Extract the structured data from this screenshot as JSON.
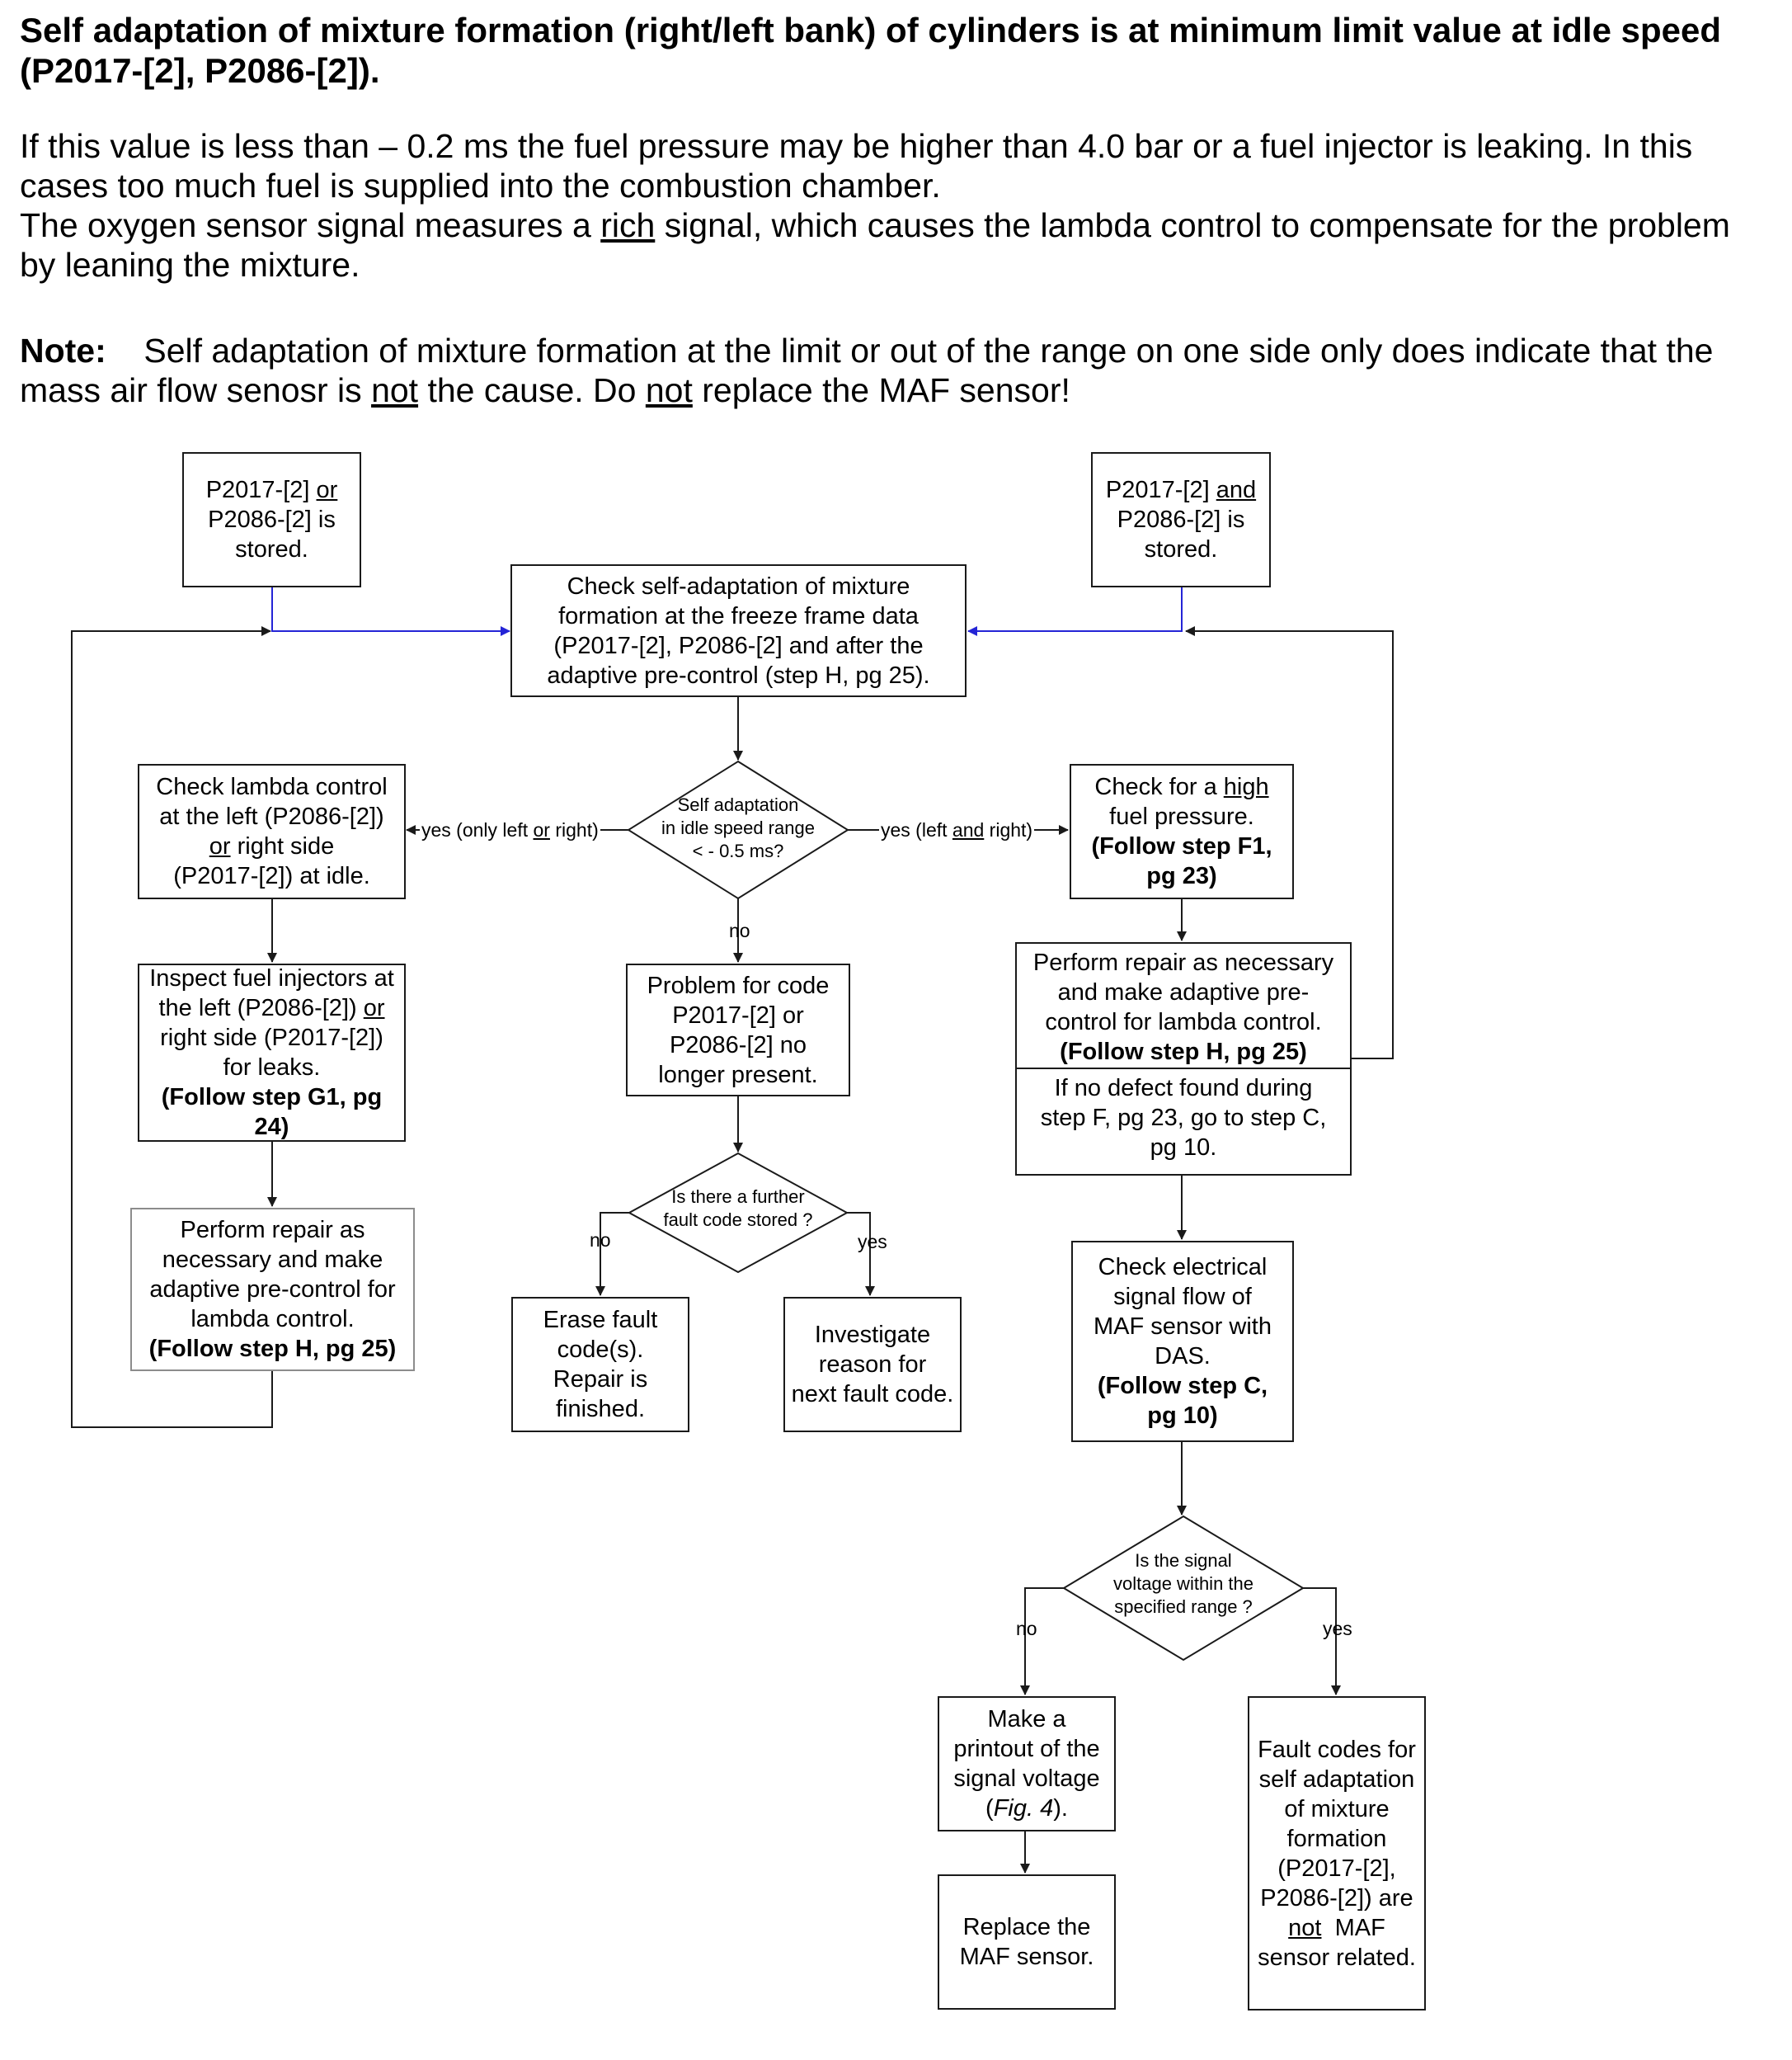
{
  "header": {
    "title": "Self adaptation of mixture formation (right/left bank) of cylinders is at minimum limit value at idle speed (P2017-[2], P2086-[2]).",
    "p1_line1": "If this value is less than – 0.2 ms the fuel pressure may be higher than 4.0 bar or a fuel injector is leaking. In this",
    "p1_line2": "cases too much fuel is supplied into the combustion chamber.",
    "p2_line1_a": "The oxygen sensor signal measures a ",
    "p2_line1_u": "rich",
    "p2_line1_b": " signal, which causes the lambda control to compensate for the problem",
    "p2_line2": "by leaning the mixture.",
    "note_label": "Note:",
    "note_line1": "Self adaptation of mixture formation at the limit or out of the range on one side only does indicate that the",
    "note_line2_a": "mass air flow senosr is ",
    "note_line2_u1": "not",
    "note_line2_b": " the cause. Do ",
    "note_line2_u2": "not",
    "note_line2_c": " replace the  MAF sensor!"
  },
  "flowchart": {
    "start_or": {
      "l1a": "P2017-[2] ",
      "l1u": "or",
      "l2": "P2086-[2] is",
      "l3": "stored."
    },
    "start_and": {
      "l1a": "P2017-[2] ",
      "l1u": "and",
      "l2": "P2086-[2] is",
      "l3": "stored."
    },
    "check_self_adaptation": {
      "l1": "Check self-adaptation of mixture",
      "l2": "formation at the freeze frame data",
      "l3": "(P2017-[2], P2086-[2] and after the",
      "l4": "adaptive pre-control (step H, pg 25)."
    },
    "decision_idle": {
      "l1": "Self adaptation",
      "l2": "in idle speed range",
      "l3": "< - 0.5 ms?"
    },
    "check_lambda": {
      "l1": "Check lambda control",
      "l2": "at the left (P2086-[2])",
      "l3u": "or",
      "l3b": " right side",
      "l4": "(P2017-[2]) at idle."
    },
    "check_high_pressure": {
      "l1a": "Check for a ",
      "l1u": "high",
      "l2": "fuel pressure.",
      "l3": "(Follow step F1,",
      "l4": "pg 23)"
    },
    "inspect_injectors": {
      "l1": "Inspect fuel injectors at",
      "l2a": "the left (P2086-[2]) ",
      "l2u": "or",
      "l3": "right side (P2017-[2])",
      "l4": "for leaks.",
      "l5": "(Follow step G1, pg",
      "l6": "24)"
    },
    "problem_gone": {
      "l1": "Problem for code",
      "l2": "P2017-[2] or",
      "l3": "P2086-[2] no",
      "l4": "longer present."
    },
    "perform_repair_right": {
      "l1": "Perform repair as necessary",
      "l2": "and make adaptive pre-",
      "l3": "control for lambda control.",
      "l4": "(Follow step H, pg 25)",
      "l5": "If no defect found during",
      "l6": "step F, pg 23, go to step C,",
      "l7": "pg 10."
    },
    "decision_further": {
      "l1": "Is there a further",
      "l2": "fault code stored ?"
    },
    "perform_repair_left": {
      "l1": "Perform repair as",
      "l2": "necessary and make",
      "l3": "adaptive pre-control for",
      "l4": "lambda control.",
      "l5": "(Follow step H, pg 25)"
    },
    "erase_codes": {
      "l1": "Erase fault",
      "l2": "code(s).",
      "l3": "Repair is",
      "l4": "finished."
    },
    "investigate": {
      "l1": "Investigate",
      "l2": "reason for",
      "l3": "next fault code."
    },
    "check_electrical": {
      "l1": "Check electrical",
      "l2": "signal flow of",
      "l3": "MAF sensor with",
      "l4": "DAS.",
      "l5": "(Follow step C,",
      "l6": "pg 10)"
    },
    "decision_voltage": {
      "l1": "Is the signal",
      "l2": "voltage  within the",
      "l3": "specified range ?"
    },
    "make_printout": {
      "l1": "Make a",
      "l2": "printout of the",
      "l3": "signal voltage",
      "l4a": "(",
      "l4i": "Fig. 4",
      "l4b": ")."
    },
    "replace_maf": {
      "l1": "Replace the",
      "l2": "MAF sensor."
    },
    "not_maf_related": {
      "l1": "Fault codes for",
      "l2": "self adaptation",
      "l3": "of mixture",
      "l4": "formation",
      "l5": "(P2017-[2],",
      "l6": "P2086-[2]) are",
      "l7u": "not",
      "l7b": "  MAF",
      "l8": "sensor related."
    },
    "labels": {
      "yes_left_a": "yes (only left ",
      "yes_left_u": "or",
      "yes_left_b": " right)",
      "yes_right_a": "yes (left ",
      "yes_right_u": "and",
      "yes_right_b": " right)",
      "no": "no",
      "yes": "yes"
    }
  },
  "colors": {
    "connector_blue": "#2424d6",
    "line": "#1a1a1a"
  }
}
